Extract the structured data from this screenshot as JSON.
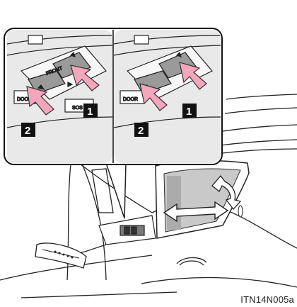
{
  "illustration": {
    "image_code": "ITN14N005a",
    "callouts": [
      {
        "label": "1",
        "panel": "left",
        "arrow": "tilt-up"
      },
      {
        "label": "2",
        "panel": "left",
        "arrow": "slide-open"
      },
      {
        "label": "1",
        "panel": "right",
        "arrow": "tilt-up"
      },
      {
        "label": "2",
        "panel": "right",
        "arrow": "slide-open"
      }
    ],
    "button_text": {
      "front": "FRONT",
      "door_left": "DOOR",
      "door_right": "DOOR",
      "sos": "SOS"
    },
    "colors": {
      "arrow_fill": "#f4a6bd",
      "arrow_stroke": "#333333",
      "glass_fill": "#c9c9c9",
      "button_highlight": "#9a9a9a",
      "badge_fill": "#111111"
    }
  }
}
